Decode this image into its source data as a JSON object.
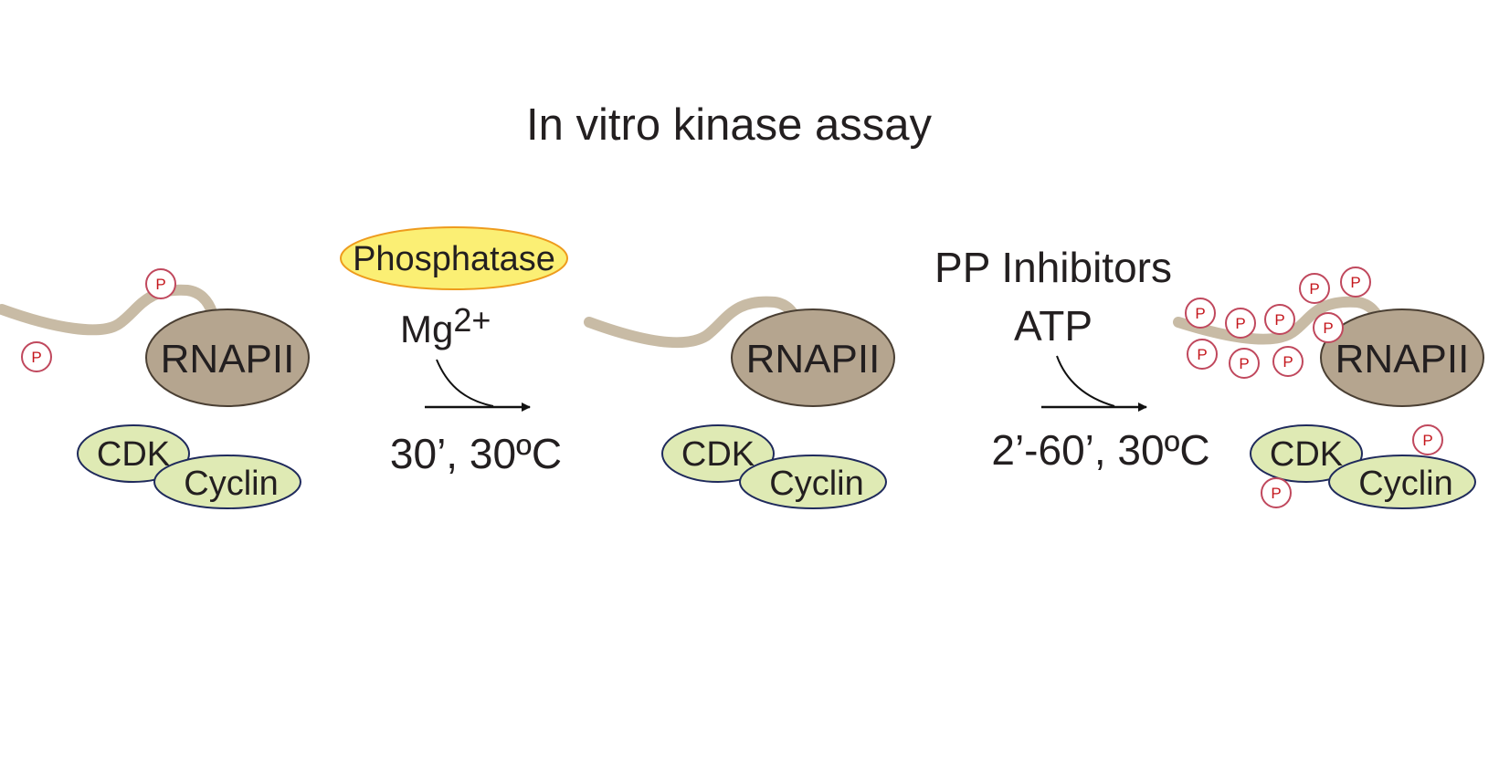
{
  "title": "In vitro kinase assay",
  "complex": {
    "rnapii": "RNAPII",
    "cdk": "CDK",
    "cyclin": "Cyclin",
    "phospho": "P"
  },
  "step1": {
    "enzyme": "Phosphatase",
    "cofactor": "Mg",
    "cofactor_sup": "2+",
    "conditions": "30’, 30ºC"
  },
  "step2": {
    "reagent1": "PP Inhibitors",
    "reagent2": "ATP",
    "conditions": "2’-60’, 30ºC"
  },
  "colors": {
    "rnapii_fill": "#b5a58f",
    "rnapii_stroke": "#4a3f33",
    "tail": "#c8bba5",
    "cdk_fill": "#dfeab4",
    "cdk_stroke": "#1f2a5c",
    "phosphatase_fill": "#fbef74",
    "phosphatase_stroke": "#ee9b1d",
    "phospho_stroke": "#c0485d",
    "phospho_text": "#c4161c"
  }
}
